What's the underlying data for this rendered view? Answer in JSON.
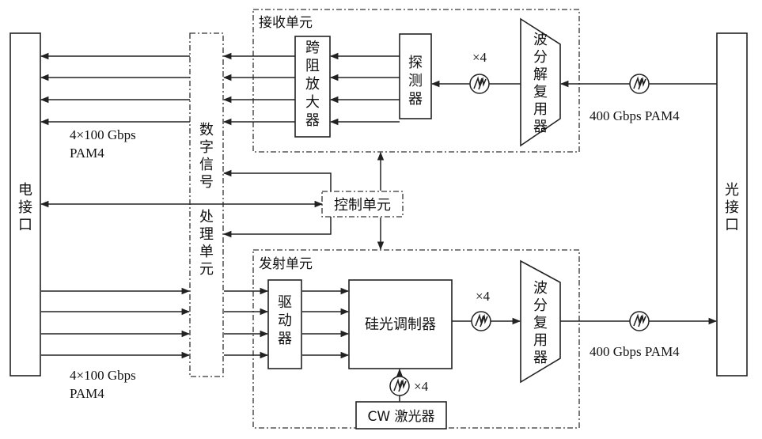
{
  "blocks": {
    "electrical_interface": "电\n接\n口",
    "optical_interface": "光\n接\n口",
    "dsp": "数\n字\n信\n号\n \n处\n理\n单\n元",
    "control_unit": "控制单元",
    "tia": "跨\n阻\n放\n大\n器",
    "detector": "探\n测\n器",
    "demux": "波\n分\n解\n复\n用\n器",
    "driver": "驱\n动\n器",
    "modulator": "硅光调制器",
    "mux": "波\n分\n复\n用\n器",
    "cw_laser": "CW 激光器"
  },
  "groups": {
    "receiver": "接收单元",
    "transmitter": "发射单元"
  },
  "labels": {
    "rx_electrical_rate_line1": "4×100 Gbps",
    "rx_electrical_rate_line2": "PAM4",
    "tx_electrical_rate_line1": "4×100 Gbps",
    "tx_electrical_rate_line2": "PAM4",
    "rx_optical_rate": "400 Gbps PAM4",
    "tx_optical_rate": "400 Gbps PAM4",
    "rx_multiplier": "×4",
    "tx_multiplier": "×4",
    "laser_multiplier": "×4"
  },
  "icons": {
    "optical_signal": "optical-signal-icon"
  }
}
